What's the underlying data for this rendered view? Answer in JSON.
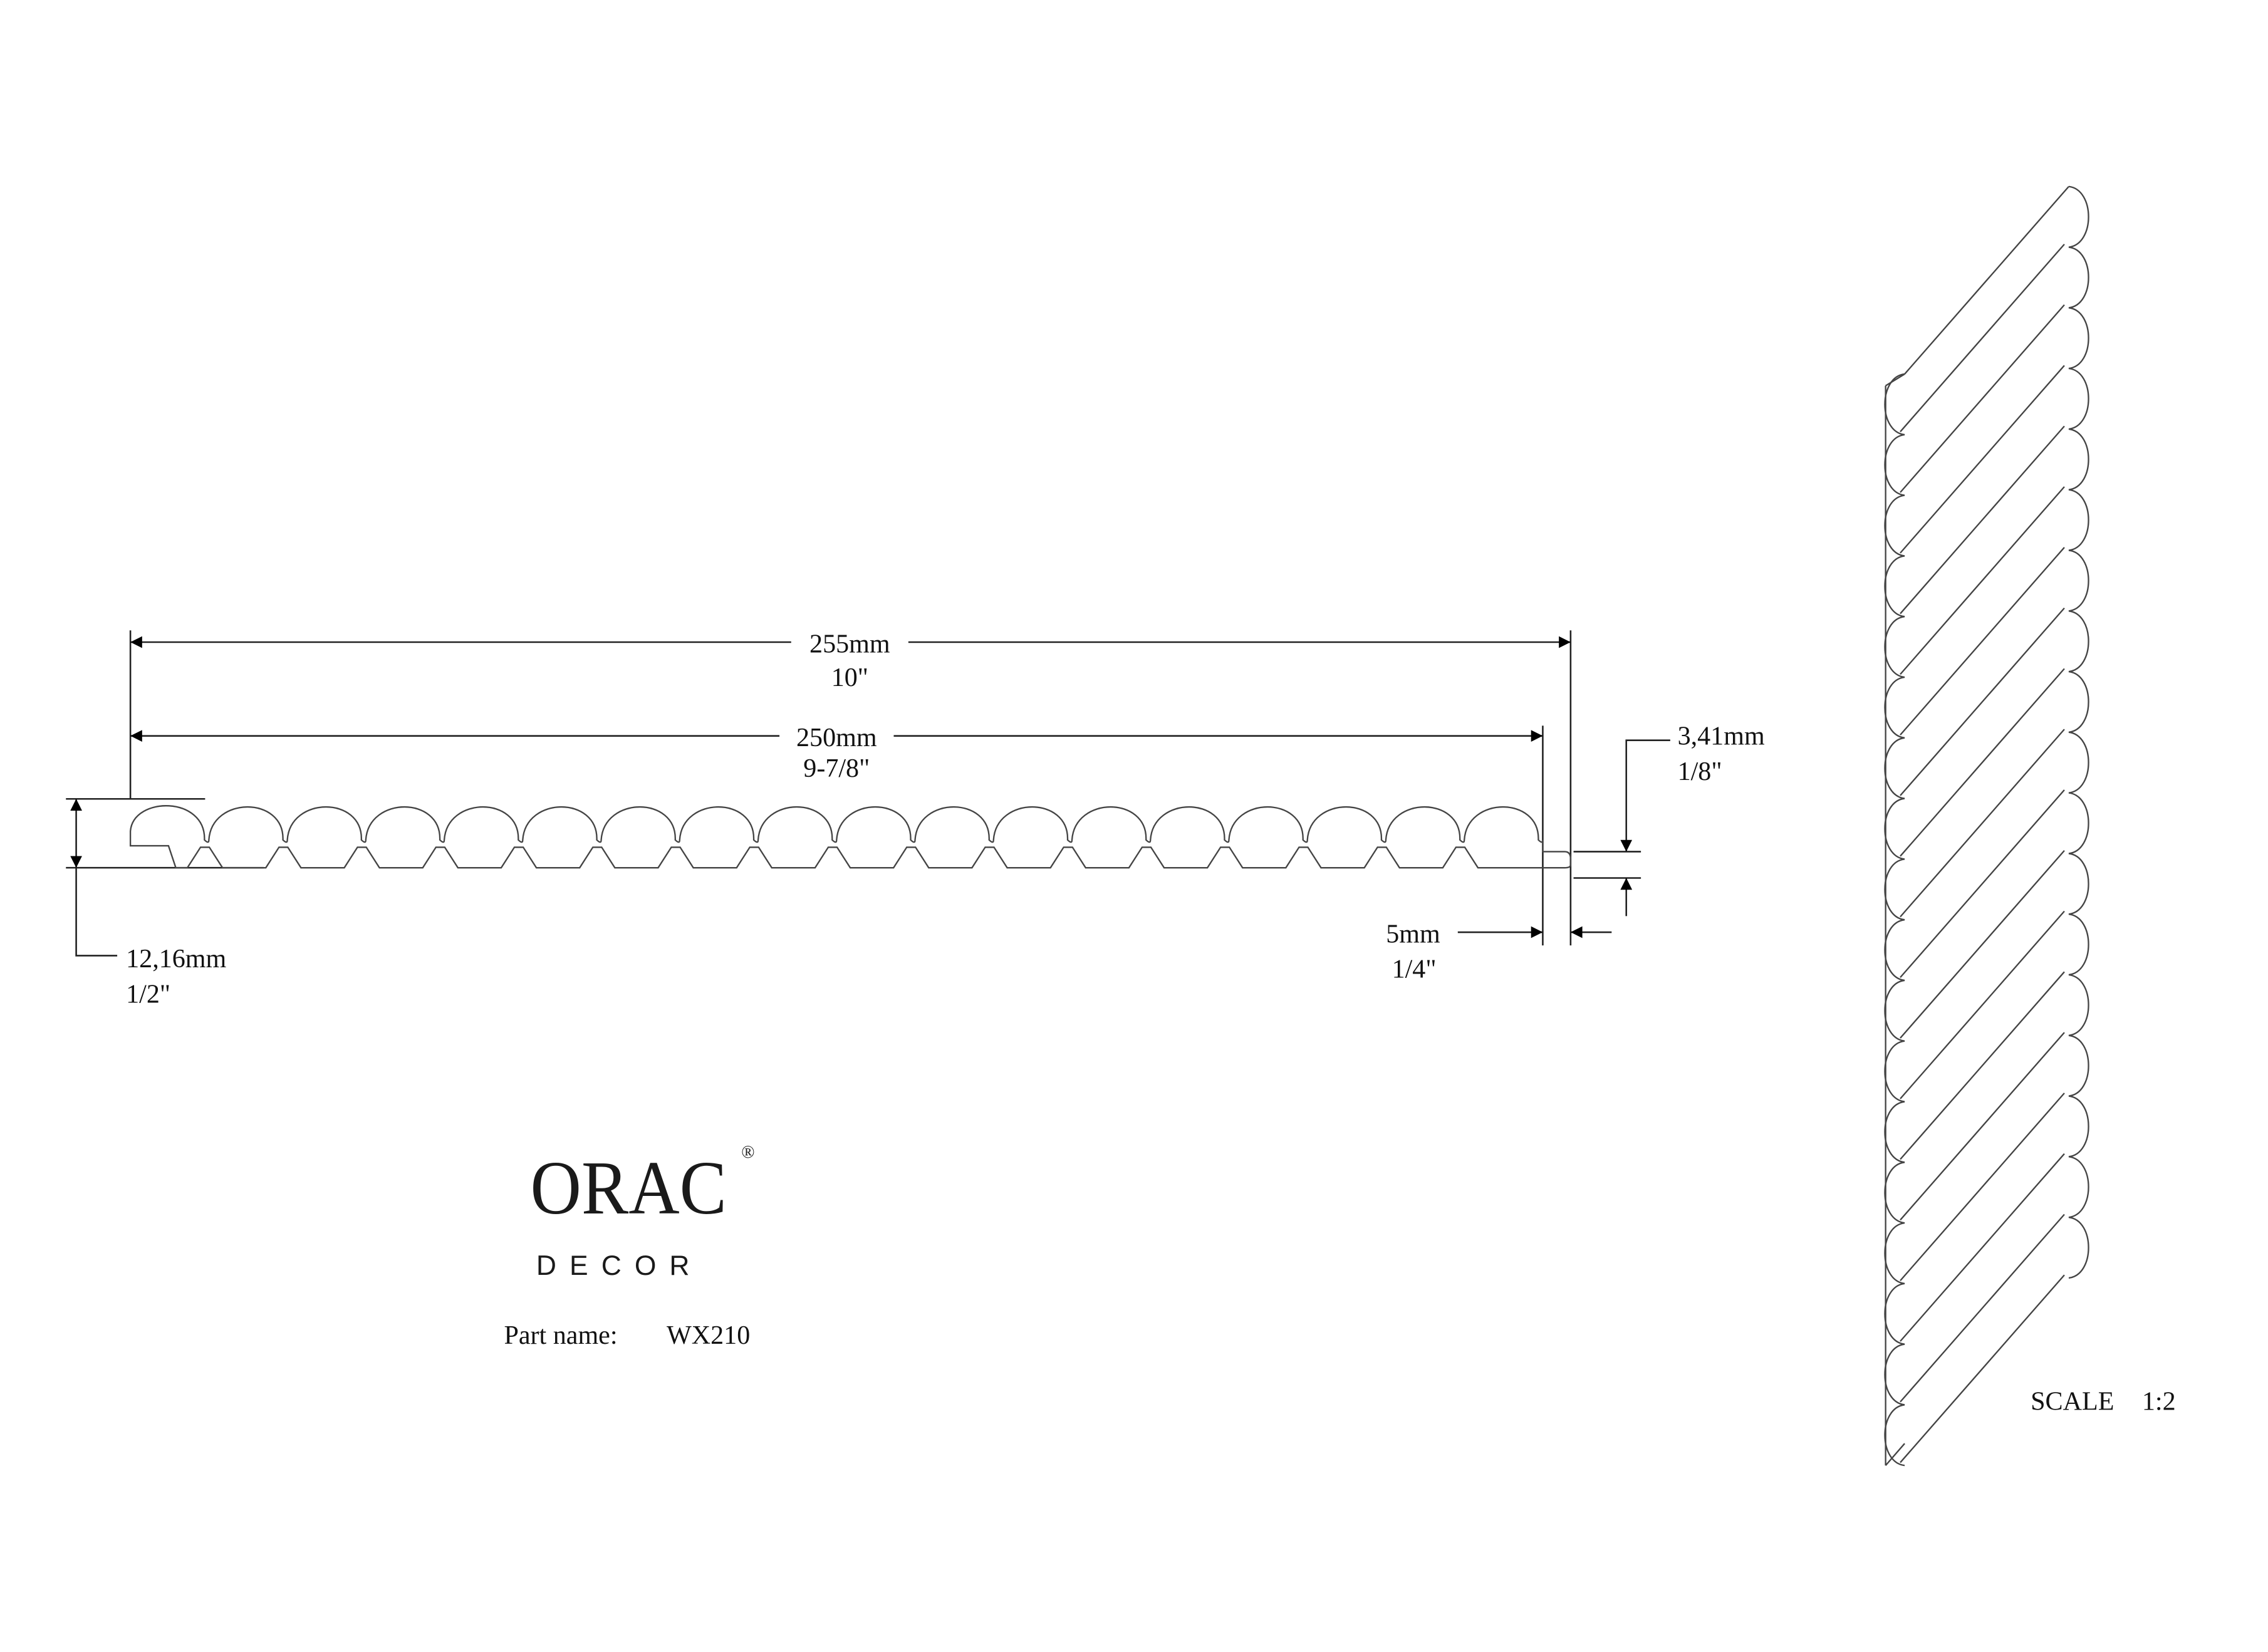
{
  "dimensions": {
    "overall_width": {
      "mm": "255mm",
      "inch": "10\""
    },
    "face_width": {
      "mm": "250mm",
      "inch": "9-7/8\""
    },
    "thickness": {
      "mm": "12,16mm",
      "inch": "1/2\""
    },
    "tongue_thickness": {
      "mm": "3,41mm",
      "inch": "1/8\""
    },
    "tongue_length": {
      "mm": "5mm",
      "inch": "1/4\""
    }
  },
  "logo": {
    "brand": "ORAC",
    "registered": "®",
    "sub": "DECOR"
  },
  "part": {
    "label": "Part name:",
    "value": "WX210"
  },
  "scale": {
    "label": "SCALE",
    "value": "1:2"
  },
  "profile": {
    "flute_count": 18
  }
}
